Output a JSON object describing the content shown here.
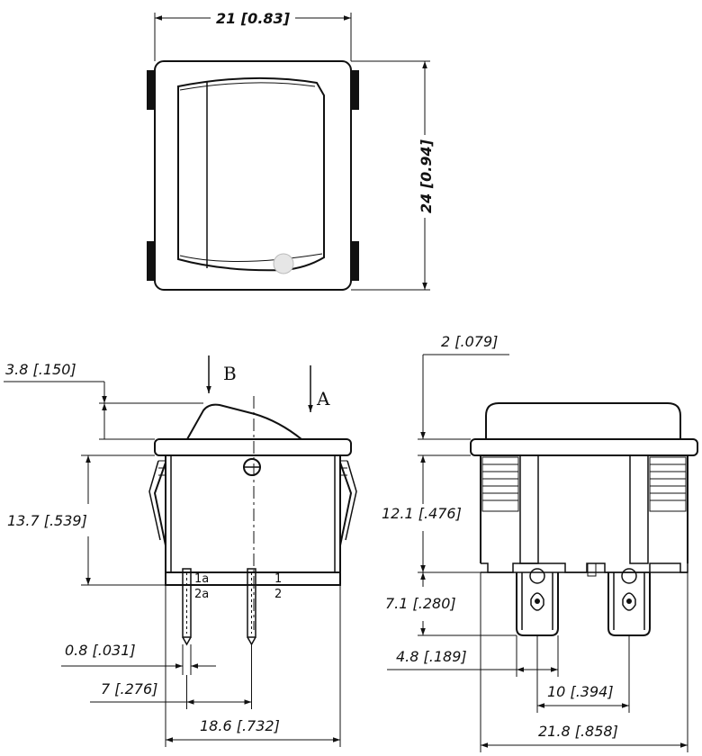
{
  "top_view": {
    "width_label": "21  [0.83]",
    "height_label": "24  [0.94]"
  },
  "front_view": {
    "dim_rocker_height": "3.8 [.150]",
    "dim_body_height": "13.7 [.539]",
    "dim_pin_width": "0.8 [.031]",
    "dim_pin_pitch": "7 [.276]",
    "dim_body_width": "18.6 [.732]",
    "direction_b": "B",
    "direction_a": "A",
    "pin_1a": "1a",
    "pin_2a": "2a",
    "pin_1": "1",
    "pin_2": "2"
  },
  "side_view": {
    "dim_flange": "2 [.079]",
    "dim_body": "12.1 [.476]",
    "dim_terminal": "7.1 [.280]",
    "dim_tab": "4.8 [.189]",
    "dim_tab_pitch": "10 [.394]",
    "dim_overall": "21.8 [.858]"
  }
}
